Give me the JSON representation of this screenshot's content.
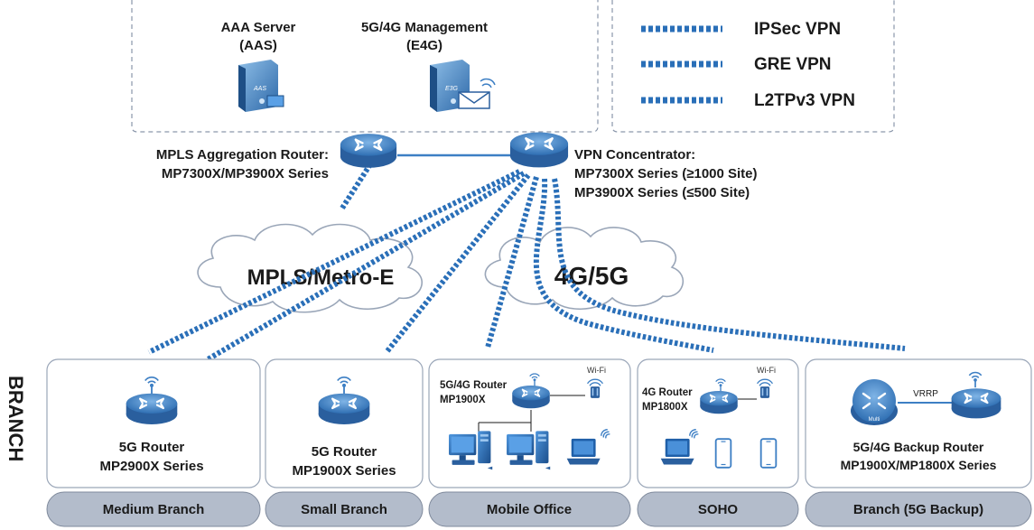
{
  "legend": {
    "items": [
      {
        "label": "IPSec VPN"
      },
      {
        "label": "GRE VPN"
      },
      {
        "label": "L2TPv3 VPN"
      }
    ],
    "line_color": "#2a6fb8"
  },
  "headquarters": {
    "aaa_server": {
      "title": "AAA Server",
      "subtitle": "(AAS)",
      "icon_text": "AAS"
    },
    "management": {
      "title": "5G/4G Management",
      "subtitle": "(E4G)",
      "icon_text": "E3G"
    }
  },
  "core": {
    "aggregation_router": {
      "line1": "MPLS Aggregation Router:",
      "line2": "MP7300X/MP3900X Series"
    },
    "vpn_concentrator": {
      "line1": "VPN Concentrator:",
      "line2": "MP7300X Series (≥1000 Site)",
      "line3": "MP3900X Series (≤500 Site)"
    }
  },
  "clouds": {
    "mpls": "MPLS/Metro-E",
    "cellular": "4G/5G"
  },
  "branch_label": "BRANCH",
  "branches": [
    {
      "line1": "5G Router",
      "line2": "MP2900X Series",
      "tab": "Medium Branch"
    },
    {
      "line1": "5G Router",
      "line2": "MP1900X Series",
      "tab": "Small Branch"
    },
    {
      "router_line1": "5G/4G Router",
      "router_line2": "MP1900X",
      "wifi": "Wi-Fi",
      "tab": "Mobile Office"
    },
    {
      "router_line1": "4G Router",
      "router_line2": "MP1800X",
      "wifi": "Wi-Fi",
      "tab": "SOHO"
    },
    {
      "vrrp": "VRRP",
      "multi": "Multi",
      "line1": "5G/4G Backup Router",
      "line2": "MP1900X/MP1800X Series",
      "tab": "Branch (5G Backup)"
    }
  ],
  "colors": {
    "router": "#3d7fc4",
    "tab_fill": "#b3bccb",
    "dashed_border": "#8a97aa",
    "link": "#2a6fb8"
  }
}
